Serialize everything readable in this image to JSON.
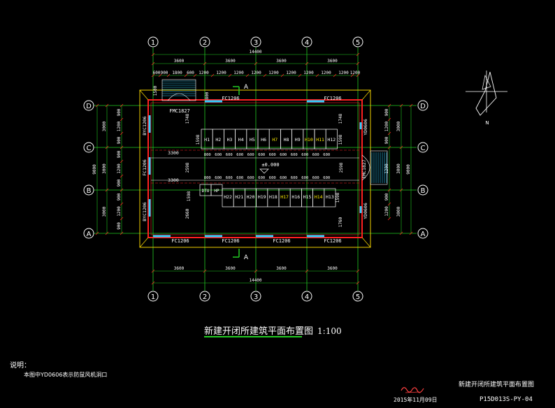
{
  "title": "新建开闭所建筑平面布置图",
  "scale": "1:100",
  "notes": {
    "heading": "说明：",
    "text": "本图中YD0606表示防鼠风机洞口"
  },
  "date": "2015年11月09日",
  "sheet_name": "新建开闭所建筑平面布置图",
  "sheet_number": "P15D013S-PY-04",
  "axes": {
    "columns": [
      "1",
      "2",
      "3",
      "4",
      "5"
    ],
    "rows": [
      "D",
      "C",
      "B",
      "A"
    ]
  },
  "dimensions": {
    "bays": [
      "3600",
      "3600",
      "3600",
      "3600"
    ],
    "total": "14400",
    "sub_top": [
      "600",
      "900",
      "1800",
      "600",
      "1200",
      "1200",
      "1200",
      "1200",
      "1200",
      "1200",
      "1200",
      "1200",
      "1200",
      "1200"
    ],
    "left_outer": [
      "3000",
      "3000",
      "3000"
    ],
    "left_total": "9000",
    "left_inner": [
      "900",
      "1200",
      "900",
      "900",
      "1200",
      "900",
      "900",
      "1200",
      "900"
    ],
    "right_outer": [
      "3000",
      "3000",
      "3000"
    ],
    "right_total": "9000",
    "right_inner": [
      "900",
      "1200",
      "900",
      "1200",
      "900",
      "1200"
    ],
    "interior": [
      "3300",
      "3300",
      "2598",
      "2598",
      "1748",
      "1748",
      "2660",
      "1760",
      "1598",
      "1598",
      "1598",
      "1598",
      "800"
    ],
    "top_left_vertical": "1500"
  },
  "openings": {
    "top_windows": [
      "FC1206",
      "FC1206"
    ],
    "bottom_windows": [
      "FC1206",
      "FC1206",
      "FC1206",
      "FC1206"
    ],
    "left": [
      "BYC1206",
      "FC1206",
      "BYC1206"
    ],
    "right": [
      "YD0606",
      "FMC1827",
      "YD0606"
    ],
    "door_top": "FMC1827"
  },
  "cabinets_top": [
    "H1",
    "H2",
    "H3",
    "H4",
    "H5",
    "H6",
    "H7",
    "H8",
    "H9",
    "H10",
    "H11",
    "H12"
  ],
  "cabinets_top_highlight": [
    "H7",
    "H10",
    "H11"
  ],
  "cabinets_bottom_left": [
    "DTU",
    "HP"
  ],
  "cabinets_bottom": [
    "H22",
    "H21",
    "H20",
    "H19",
    "H18",
    "H17",
    "H16",
    "H15",
    "H14",
    "H13"
  ],
  "cabinets_bottom_highlight": [
    "H17",
    "H14"
  ],
  "trench_dims": [
    "800",
    "600",
    "600",
    "600",
    "600",
    "600",
    "600",
    "600",
    "600",
    "600",
    "600",
    "600"
  ],
  "level": "±0.000",
  "section": "A",
  "north": "N",
  "colors": {
    "axis_bubble": "#ffffff",
    "grid": "#22cc22",
    "wall": "#ff2020",
    "outline": "#f0d000",
    "window": "#30d0ff",
    "text": "#ffffff",
    "highlight": "#ffee00"
  }
}
